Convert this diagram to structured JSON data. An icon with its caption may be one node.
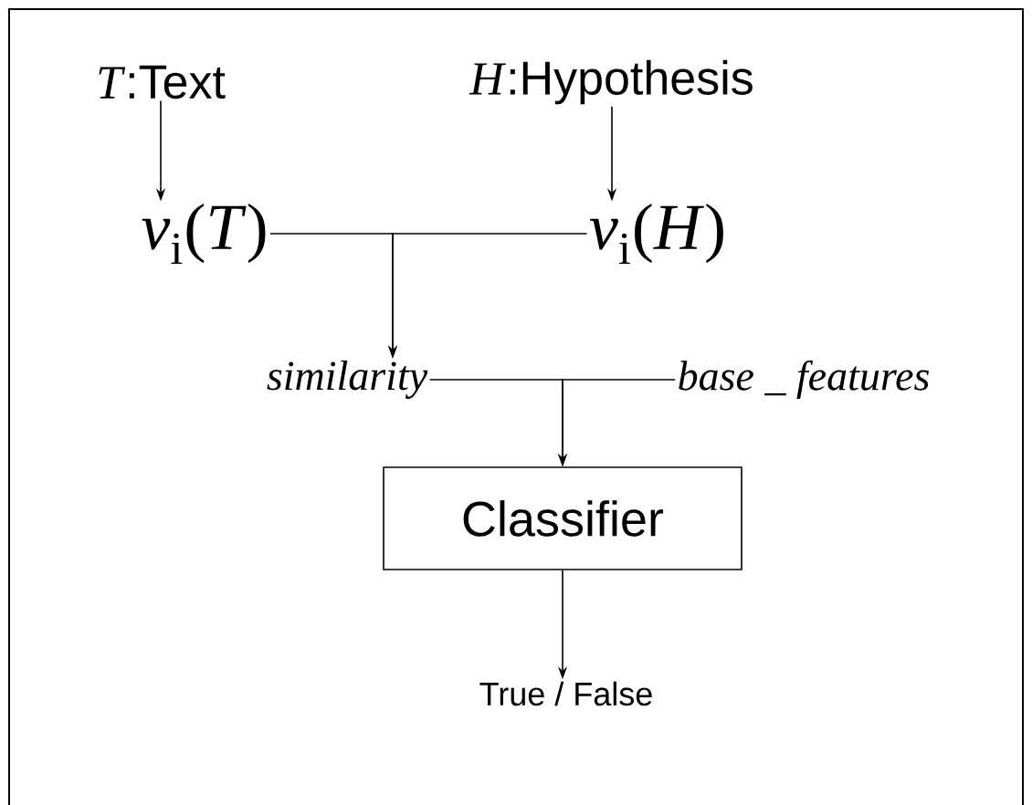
{
  "diagram": {
    "nodes": [
      {
        "text": [
          "*T*:Text"
        ]
      },
      {
        "text": [
          "*H*:Hypothesis"
        ]
      },
      {
        "text": [
          "*v*$_{i}$(*T*)"
        ]
      },
      {
        "text": [
          "*v*$_{i}$(*H*)"
        ]
      },
      {
        "text": [
          "similarity"
        ]
      },
      {
        "text": [
          "base _ features"
        ]
      },
      {
        "text": [
          "Classifier"
        ]
      },
      {
        "text": [
          "True / False"
        ]
      }
    ],
    "edges": [
      {
        "from": 0,
        "to": 2,
        "arrow": "to"
      },
      {
        "from": 1,
        "to": 3,
        "arrow": "to"
      },
      {
        "from": 2,
        "to": 4,
        "arrow": "to"
      },
      {
        "from": 3,
        "to": 4,
        "arrow": "to"
      },
      {
        "from": 4,
        "to": 6,
        "arrow": "to"
      },
      {
        "from": 5,
        "to": 6,
        "arrow": "to"
      },
      {
        "from": 6,
        "to": 7,
        "arrow": "to"
      }
    ]
  }
}
